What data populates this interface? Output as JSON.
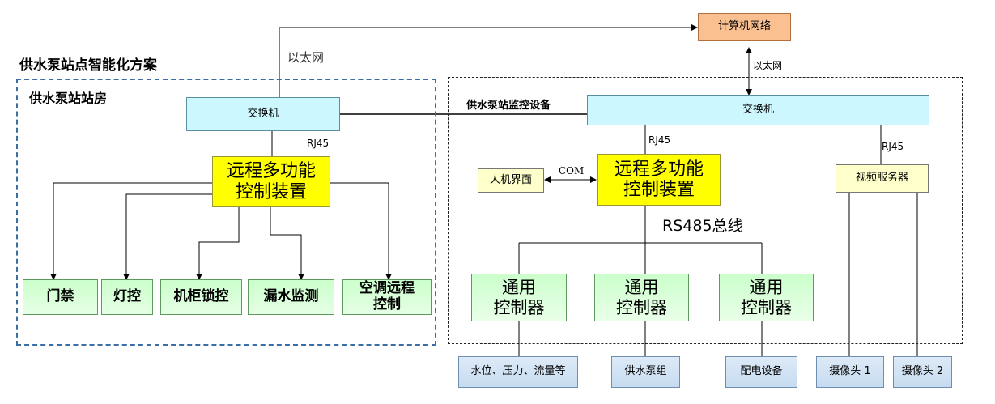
{
  "titles": {
    "plan": "供水泵站点智能化方案",
    "room": "供水泵站站房",
    "monitor": "供水泵站监控设备"
  },
  "network": {
    "computer_network": "计算机网络",
    "ethernet_left": "以太网",
    "ethernet_right": "以太网"
  },
  "left": {
    "switch": "交换机",
    "rj45": "RJ45",
    "controller_line1": "远程多功能",
    "controller_line2": "控制装置",
    "devices": {
      "door": "门禁",
      "light": "灯控",
      "cabinet": "机柜锁控",
      "leak": "漏水监测",
      "ac_line1": "空调远程",
      "ac_line2": "控制"
    }
  },
  "right": {
    "switch": "交换机",
    "rj45_controller": "RJ45",
    "rj45_video": "RJ45",
    "hmi": "人机界面",
    "com": "COM",
    "controller_line1": "远程多功能",
    "controller_line2": "控制装置",
    "rs485": "RS485总线",
    "video_server": "视频服务器",
    "general_controllers": [
      {
        "line1": "通用",
        "line2": "控制器"
      },
      {
        "line1": "通用",
        "line2": "控制器"
      },
      {
        "line1": "通用",
        "line2": "控制器"
      }
    ],
    "endpoints": {
      "sensors": "水位、压力、流量等",
      "pumps": "供水泵组",
      "power": "配电设备",
      "camera1": "摄像头 1",
      "camera2": "摄像头 2"
    }
  }
}
